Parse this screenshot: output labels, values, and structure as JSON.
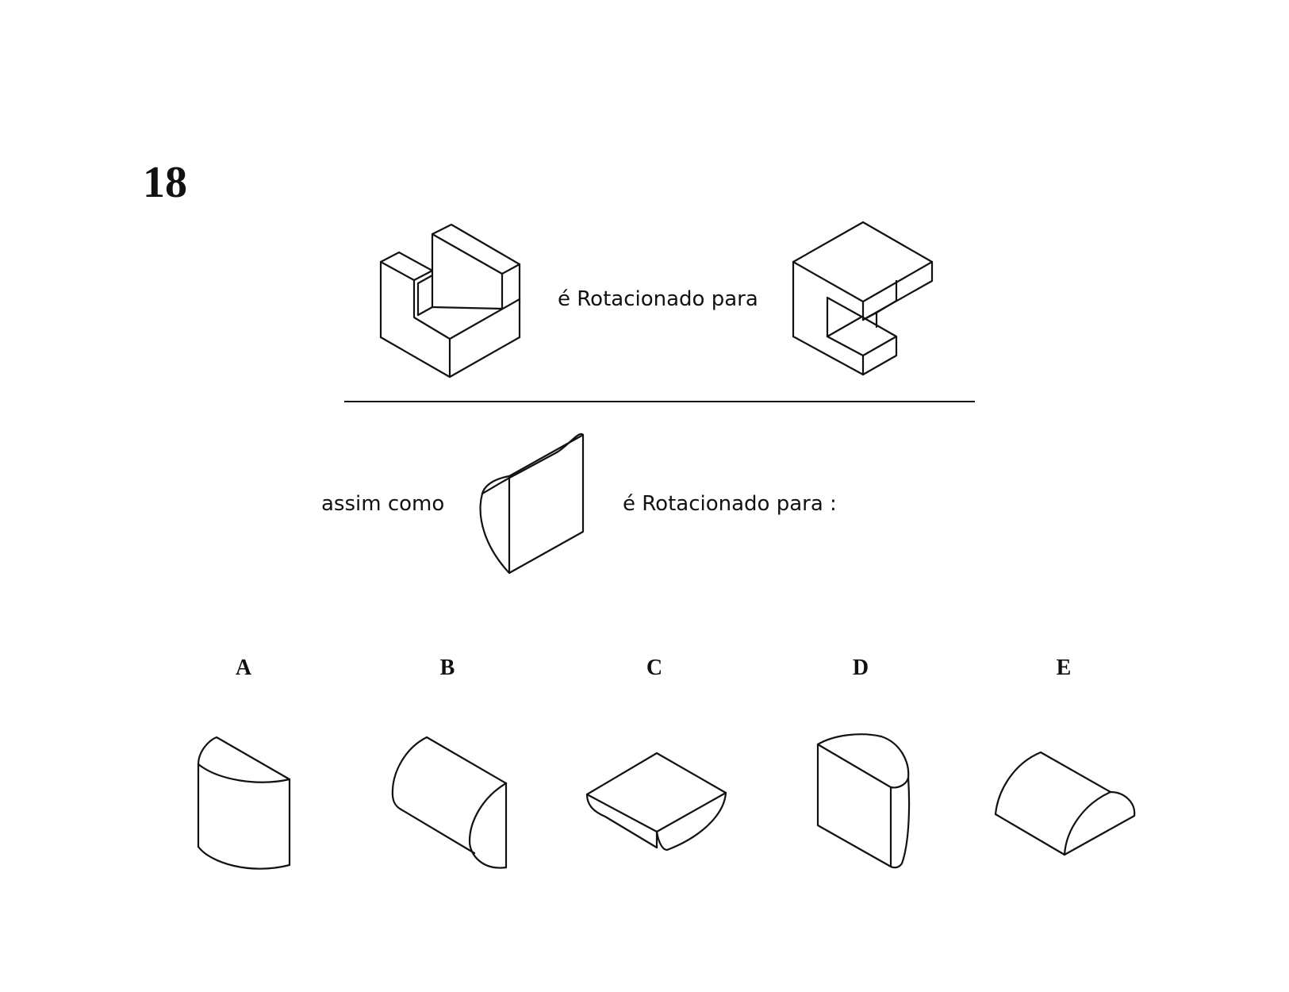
{
  "question": {
    "number": "18",
    "phrase_rotated_1": "é Rotacionado para",
    "phrase_as": "assim como",
    "phrase_rotated_2": "é Rotacionado para :"
  },
  "options": [
    {
      "label": "A"
    },
    {
      "label": "B"
    },
    {
      "label": "C"
    },
    {
      "label": "D"
    },
    {
      "label": "E"
    }
  ],
  "colors": {
    "ink": "#111111",
    "background": "#ffffff"
  }
}
